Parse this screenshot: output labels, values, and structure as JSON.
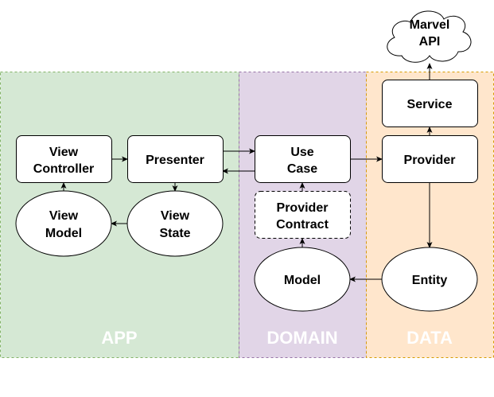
{
  "layers": [
    {
      "id": "app",
      "label": "APP",
      "color": "#d5e8d4"
    },
    {
      "id": "domain",
      "label": "DOMAIN",
      "color": "#e1d5e7"
    },
    {
      "id": "data",
      "label": "DATA",
      "color": "#ffe6cc"
    }
  ],
  "nodes": {
    "marvel_api": [
      "Marvel",
      "API"
    ],
    "service": [
      "Service"
    ],
    "view_controller": [
      "View",
      "Controller"
    ],
    "presenter": [
      "Presenter"
    ],
    "use_case": [
      "Use",
      "Case"
    ],
    "provider": [
      "Provider"
    ],
    "view_model": [
      "View",
      "Model"
    ],
    "view_state": [
      "View",
      "State"
    ],
    "provider_contract": [
      "Provider",
      "Contract"
    ],
    "model": [
      "Model"
    ],
    "entity": [
      "Entity"
    ]
  },
  "edges": [
    {
      "from": "view_controller",
      "to": "presenter"
    },
    {
      "from": "presenter",
      "to": "use_case"
    },
    {
      "from": "use_case",
      "to": "presenter"
    },
    {
      "from": "use_case",
      "to": "provider"
    },
    {
      "from": "provider",
      "to": "service"
    },
    {
      "from": "service",
      "to": "marvel_api"
    },
    {
      "from": "presenter",
      "to": "view_state"
    },
    {
      "from": "view_state",
      "to": "view_model"
    },
    {
      "from": "view_model",
      "to": "view_controller"
    },
    {
      "from": "provider_contract",
      "to": "use_case"
    },
    {
      "from": "model",
      "to": "provider_contract"
    },
    {
      "from": "provider",
      "to": "entity"
    },
    {
      "from": "entity",
      "to": "model"
    }
  ]
}
